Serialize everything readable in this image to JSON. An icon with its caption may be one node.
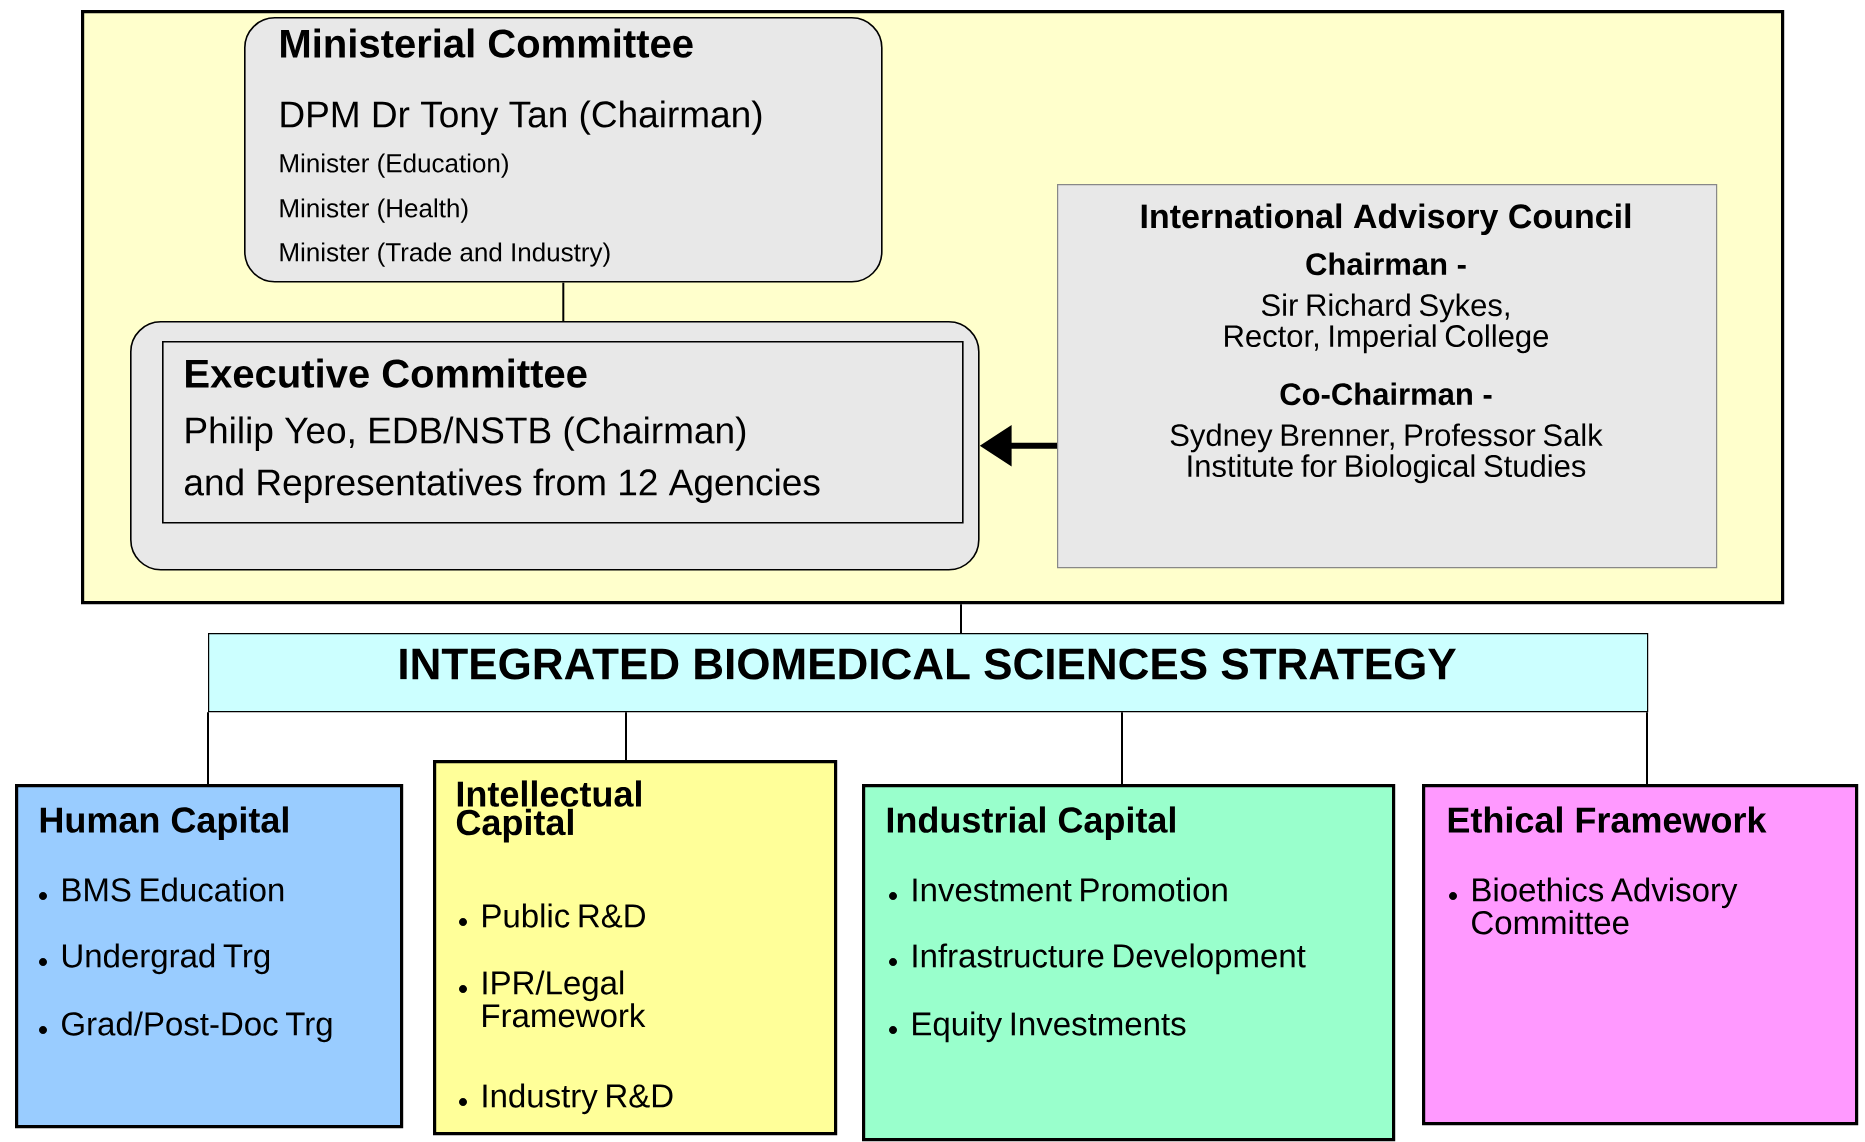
{
  "diagram": {
    "nodes": [
      {
        "text": [],
        "shape": "box"
      },
      {
        "text": [
          "Ministerial Committee",
          "DPM Dr Tony Tan (Chairman)",
          "Minister (Education)",
          "Minister (Health)",
          "Minister (Trade and Industry)"
        ],
        "in": 0
      },
      {
        "text": [],
        "shape": "box",
        "in": 0
      },
      {
        "text": [
          "Executive Committee",
          "Philip Yeo, EDB/NSTB (Chairman)",
          "and Representatives from 12 Agencies"
        ],
        "in": 2
      },
      {
        "text": [
          "International Advisory Council",
          "Chairman -",
          "Sir Richard Sykes, Rector, Imperial College",
          "Co-Chairman -",
          "Sydney Brenner, Professor Salk Institute for Biological Studies"
        ],
        "in": 0
      },
      {
        "text": [
          "INTEGRATED BIOMEDICAL SCIENCES  STRATEGY"
        ]
      },
      {
        "text": [
          "Human Capital",
          "BMS Education",
          "Undergrad Trg",
          "Grad/Post-Doc Trg"
        ]
      },
      {
        "text": [
          "Intellectual Capital",
          "Public R&D",
          "IPR/Legal Framework",
          "Industry R&D"
        ]
      },
      {
        "text": [
          "Industrial Capital",
          "Investment Promotion",
          "Infrastructure Development",
          "Equity Investments"
        ]
      },
      {
        "text": [
          "Ethical Framework",
          "Bioethics Advisory Committee"
        ]
      }
    ],
    "edges": [
      {
        "from": 1,
        "to": 2,
        "arrow": "none"
      },
      {
        "from": 4,
        "to": 2,
        "arrow": "to",
        "style": "thick"
      },
      {
        "from": 0,
        "to": 5,
        "arrow": "none"
      },
      {
        "from": 5,
        "to": 6,
        "arrow": "none"
      },
      {
        "from": 5,
        "to": 7,
        "arrow": "none"
      },
      {
        "from": 5,
        "to": 8,
        "arrow": "none"
      },
      {
        "from": 5,
        "to": 9,
        "arrow": "none"
      }
    ]
  }
}
